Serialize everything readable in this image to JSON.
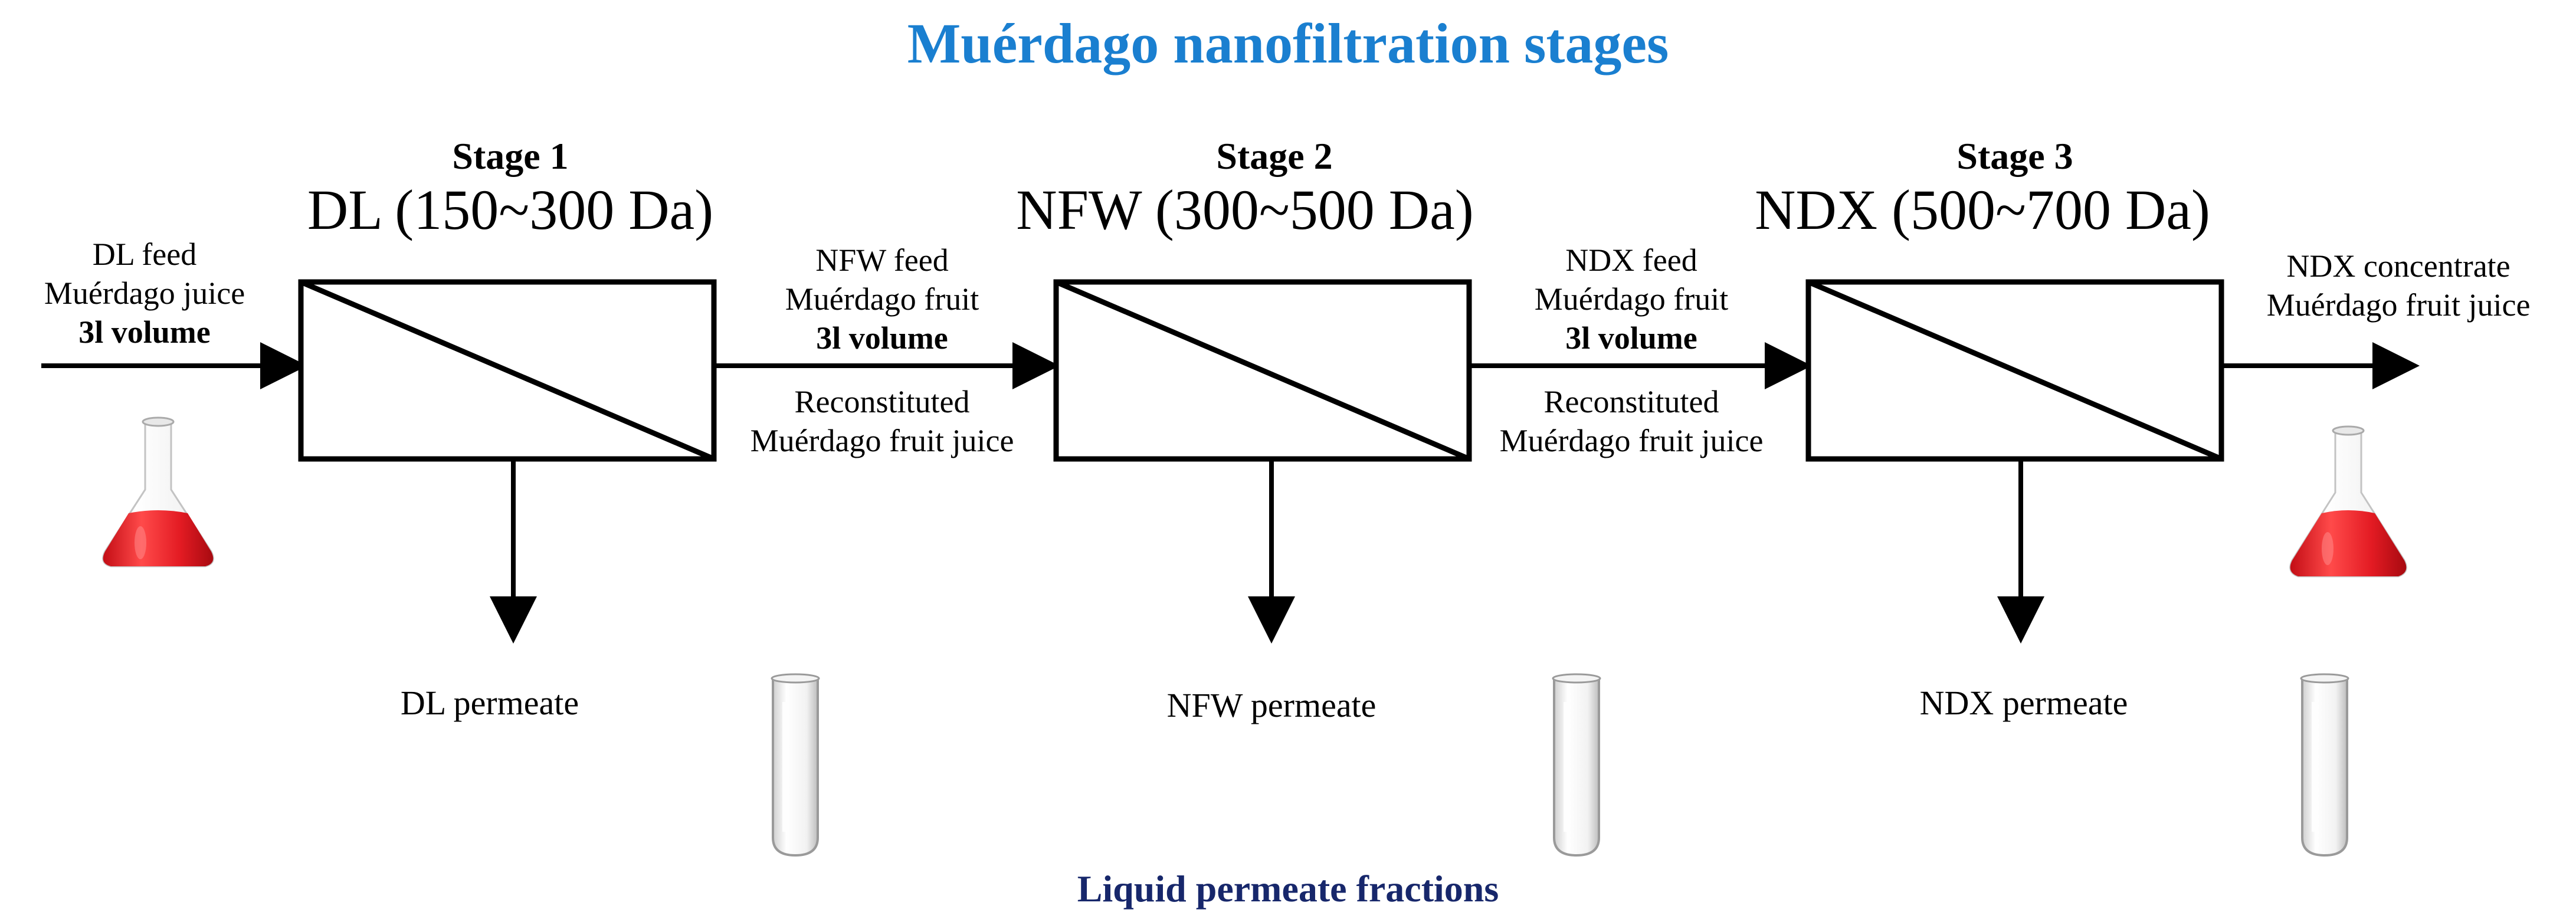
{
  "title": "Muérdago nanofiltration stages",
  "colors": {
    "title": "#1a7fd0",
    "footer": "#17276b",
    "liquid_red": "#e31b23"
  },
  "stages": [
    {
      "label": "Stage 1",
      "range": "DL (150~300 Da)",
      "unit": "NF",
      "permeate": "DL permeate"
    },
    {
      "label": "Stage 2",
      "range": "NFW (300~500 Da)",
      "unit": "NF",
      "permeate": "NFW permeate"
    },
    {
      "label": "Stage 3",
      "range": "NDX (500~700 Da)",
      "unit": "NF",
      "permeate": "NDX permeate"
    }
  ],
  "feeds": [
    {
      "line1": "DL feed",
      "line2": "Muérdago juice",
      "line3": "3l volume"
    },
    {
      "line1": "NFW feed",
      "line2": "Muérdago fruit",
      "line3": "3l volume",
      "below1": "Reconstituted",
      "below2": "Muérdago fruit juice"
    },
    {
      "line1": "NDX feed",
      "line2": "Muérdago fruit",
      "line3": "3l volume",
      "below1": "Reconstituted",
      "below2": "Muérdago fruit juice"
    }
  ],
  "output": {
    "line1": "NDX concentrate",
    "line2": "Muérdago fruit juice"
  },
  "footer": "Liquid permeate fractions",
  "icons": {
    "flask": "erlenmeyer-flask-icon",
    "tube": "test-tube-icon"
  }
}
